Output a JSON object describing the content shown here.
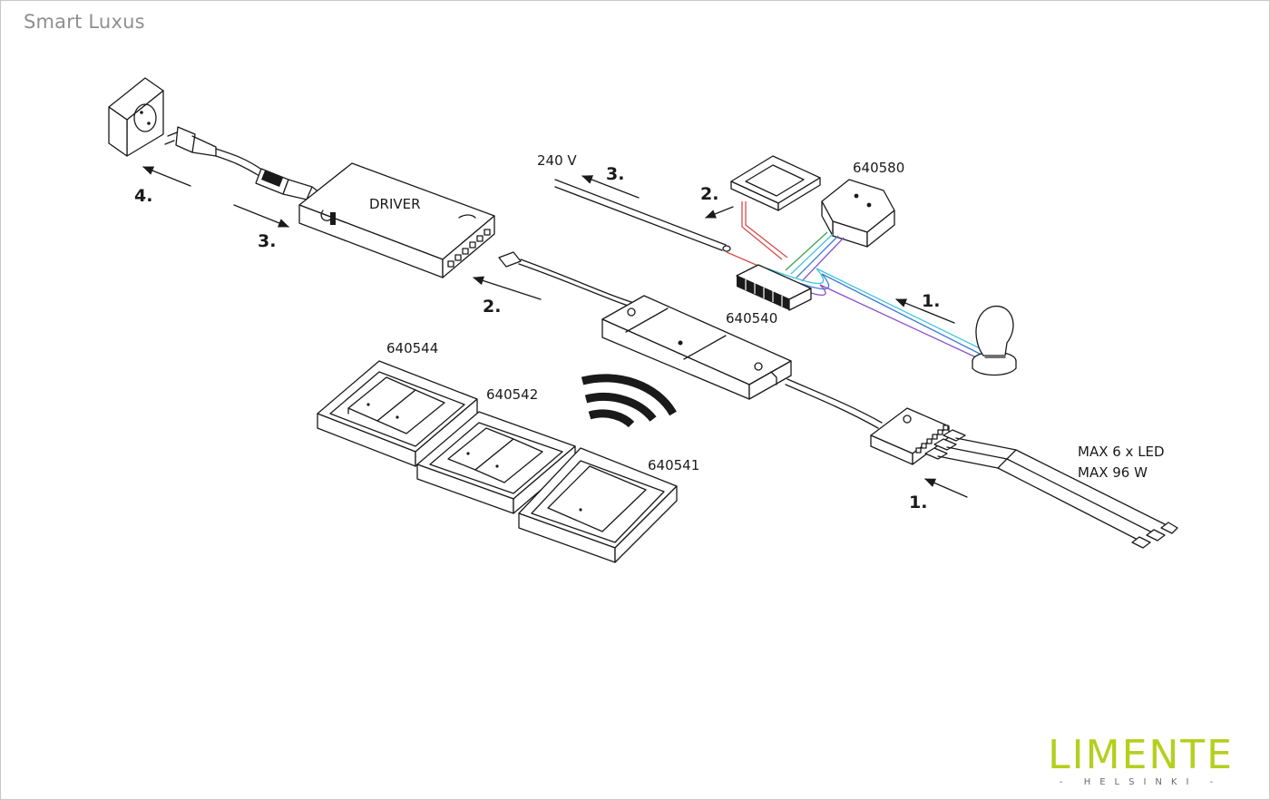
{
  "title": "Smart Luxus",
  "labels": {
    "driver": "DRIVER",
    "voltage": "240 V",
    "p640580": "640580",
    "p640540": "640540",
    "p640544": "640544",
    "p640542": "640542",
    "p640541": "640541",
    "max_led": "MAX 6 x LED",
    "max_w": "MAX 96 W"
  },
  "steps": {
    "s4": "4.",
    "s3_plug": "3.",
    "s2_driver": "2.",
    "s3_240": "3.",
    "s2_switch": "2.",
    "s1_bulb": "1.",
    "s1_led": "1."
  },
  "logo": {
    "word": "LIMENTE",
    "sub": "- HELSINKI -"
  },
  "colors": {
    "line": "#1a1a1a",
    "logo_green": "#b5cf1e",
    "title_gray": "#8f8f8f",
    "wire_blue": "#3a7bd5",
    "wire_cyan": "#3ec6d8",
    "wire_red": "#d84b4b",
    "wire_purple": "#8a4fc9",
    "wire_green": "#3aa64a"
  }
}
